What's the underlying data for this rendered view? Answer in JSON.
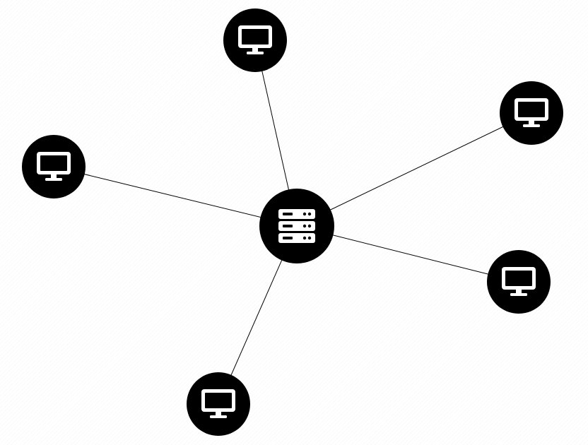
{
  "diagram": {
    "type": "star-network",
    "colors": {
      "node_fill": "#000000",
      "icon_color": "#ffffff",
      "edge_color": "#000000",
      "background": "#ffffff"
    },
    "hub": {
      "id": "server",
      "icon": "server-rack-icon"
    },
    "clients": [
      {
        "id": "client-top",
        "icon": "monitor-icon"
      },
      {
        "id": "client-right-top",
        "icon": "monitor-icon"
      },
      {
        "id": "client-left",
        "icon": "monitor-icon"
      },
      {
        "id": "client-right-bottom",
        "icon": "monitor-icon"
      },
      {
        "id": "client-bottom",
        "icon": "monitor-icon"
      }
    ],
    "edges": [
      [
        "server",
        "client-top"
      ],
      [
        "server",
        "client-right-top"
      ],
      [
        "server",
        "client-left"
      ],
      [
        "server",
        "client-right-bottom"
      ],
      [
        "server",
        "client-bottom"
      ]
    ]
  }
}
